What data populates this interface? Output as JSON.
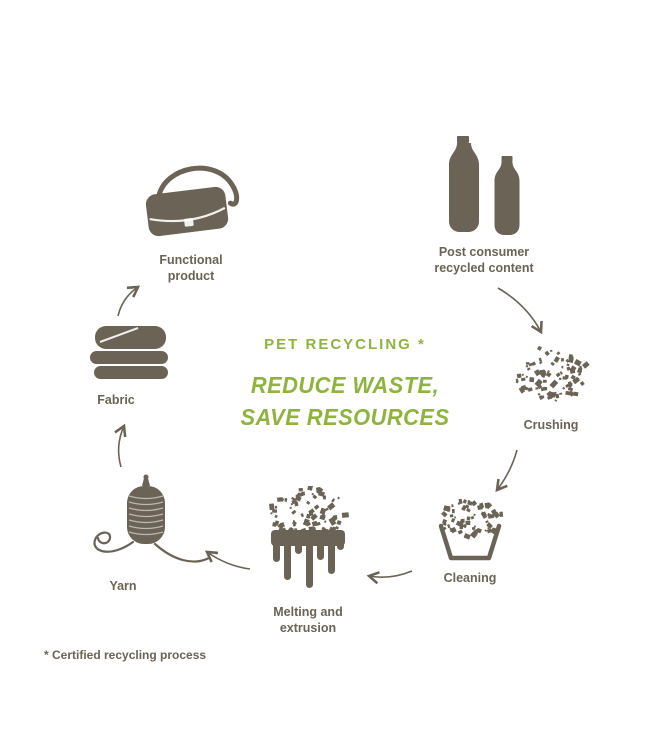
{
  "center": {
    "title": "PET RECYCLING *",
    "subtitle_line1": "REDUCE WASTE,",
    "subtitle_line2": "SAVE RESOURCES"
  },
  "footnote": "* Certified recycling process",
  "colors": {
    "accent_green": "#8eb43e",
    "icon_brown": "#6b6355",
    "background": "#ffffff"
  },
  "stages": [
    {
      "id": "post-consumer",
      "label": "Post consumer recycled content",
      "icon": "bottles-icon"
    },
    {
      "id": "crushing",
      "label": "Crushing",
      "icon": "flakes-icon"
    },
    {
      "id": "cleaning",
      "label": "Cleaning",
      "icon": "basin-icon"
    },
    {
      "id": "melting",
      "label": "Melting and extrusion",
      "icon": "melting-icon"
    },
    {
      "id": "yarn",
      "label": "Yarn",
      "icon": "yarn-spool-icon"
    },
    {
      "id": "fabric",
      "label": "Fabric",
      "icon": "folded-fabric-icon"
    },
    {
      "id": "functional-product",
      "label": "Functional product",
      "icon": "bag-icon"
    }
  ]
}
